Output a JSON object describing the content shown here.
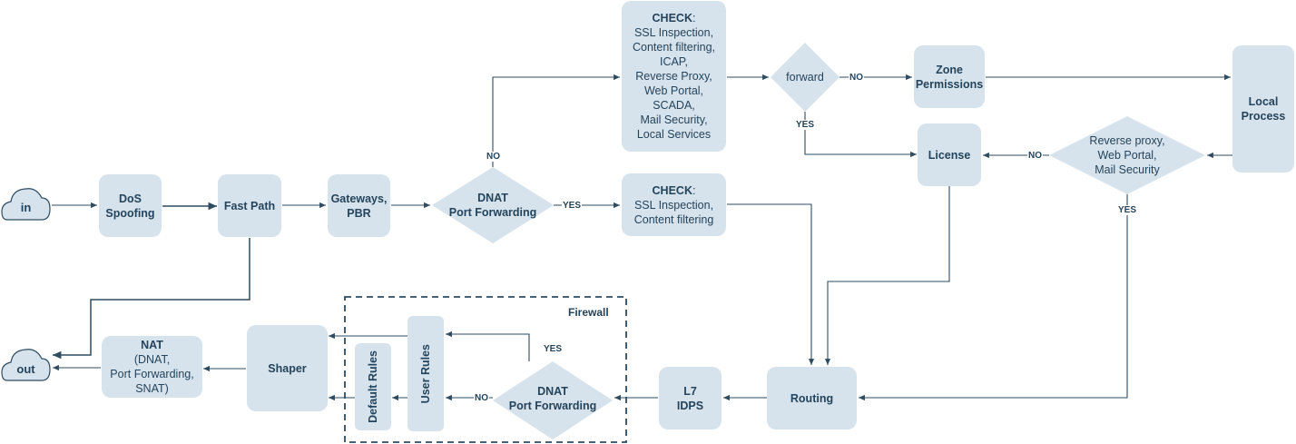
{
  "nodes": {
    "in": "in",
    "out": "out",
    "dos": "DoS\nSpoofing",
    "fastpath": "Fast Path",
    "gateways": "Gateways,\nPBR",
    "dnat1": "DNAT\nPort Forwarding",
    "check_top_title": "CHECK",
    "check_top_body": "SSL Inspection,\nContent filtering,\nICAP,\nReverse Proxy,\nWeb Portal,\nSCADA,\nMail Security,\nLocal Services",
    "check_mid_title": "CHECK",
    "check_mid_body": "SSL Inspection,\nContent filtering",
    "forward": "forward",
    "zone": "Zone\nPermissions",
    "local": "Local\nProcess",
    "license": "License",
    "reverse": "Reverse proxy,\nWeb Portal,\nMail Security",
    "routing": "Routing",
    "l7": "L7\nIDPS",
    "dnat2": "DNAT\nPort Forwarding",
    "user_rules": "User Rules",
    "default_rules": "Default Rules",
    "shaper": "Shaper",
    "nat_title": "NAT",
    "nat_body": "(DNAT,\nPort Forwarding,\nSNAT)",
    "firewall": "Firewall"
  },
  "edge_labels": {
    "dnat1_yes": "YES",
    "dnat1_no": "NO",
    "forward_no": "NO",
    "forward_yes": "YES",
    "reverse_no": "NO",
    "reverse_yes": "YES",
    "dnat2_yes": "YES",
    "dnat2_no": "NO"
  },
  "colors": {
    "node_fill": "#d7e3ec",
    "line": "#2e4b60",
    "text": "#24445c"
  }
}
